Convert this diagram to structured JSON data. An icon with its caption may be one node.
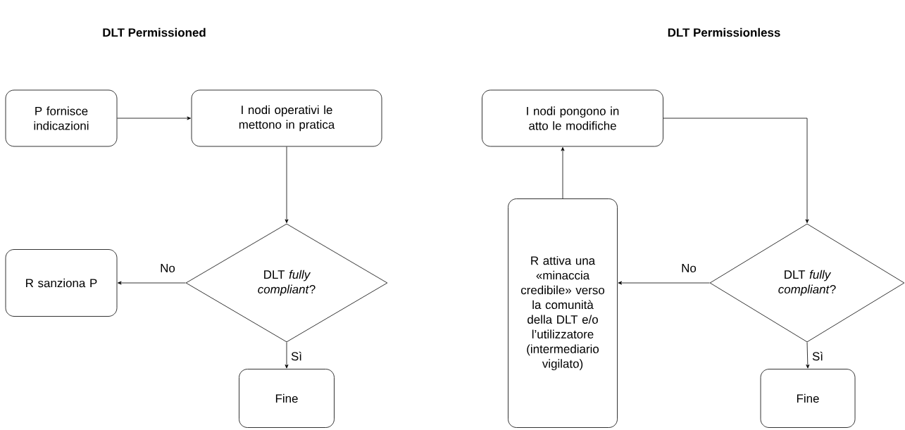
{
  "diagram": {
    "nodes": [
      {
        "text": [
          "P fornisce indicazioni"
        ]
      },
      {
        "text": [
          "I nodi operativi le mettono in pratica"
        ]
      },
      {
        "text": [
          "DLT *fully compliant*?"
        ]
      },
      {
        "text": [
          "R sanziona P"
        ]
      },
      {
        "text": [
          "Fine"
        ]
      },
      {
        "text": [
          "I nodi pongono in atto le modifiche"
        ]
      },
      {
        "text": [
          "R attiva una «minaccia credibile» verso la comunità della DLT e/o l’utilizzatore (intermediario vigilato)"
        ]
      },
      {
        "text": [
          "DLT *fully compliant*?"
        ]
      },
      {
        "text": [
          "Fine"
        ]
      }
    ],
    "edges": [
      {
        "from": 0,
        "to": 1,
        "arrow": "to"
      },
      {
        "from": 1,
        "to": 2,
        "arrow": "to"
      },
      {
        "from": 2,
        "to": 3,
        "arrow": "to",
        "label": "No"
      },
      {
        "from": 2,
        "to": 4,
        "arrow": "to",
        "label": "Sì"
      },
      {
        "from": 6,
        "to": 5,
        "arrow": "to"
      },
      {
        "from": 5,
        "to": 7,
        "arrow": "to"
      },
      {
        "from": 7,
        "to": 6,
        "arrow": "to",
        "label": "No"
      },
      {
        "from": 7,
        "to": 8,
        "arrow": "to",
        "label": "Sì"
      }
    ],
    "labels": [
      "DLT Permissioned",
      "DLT Permissionless"
    ]
  }
}
